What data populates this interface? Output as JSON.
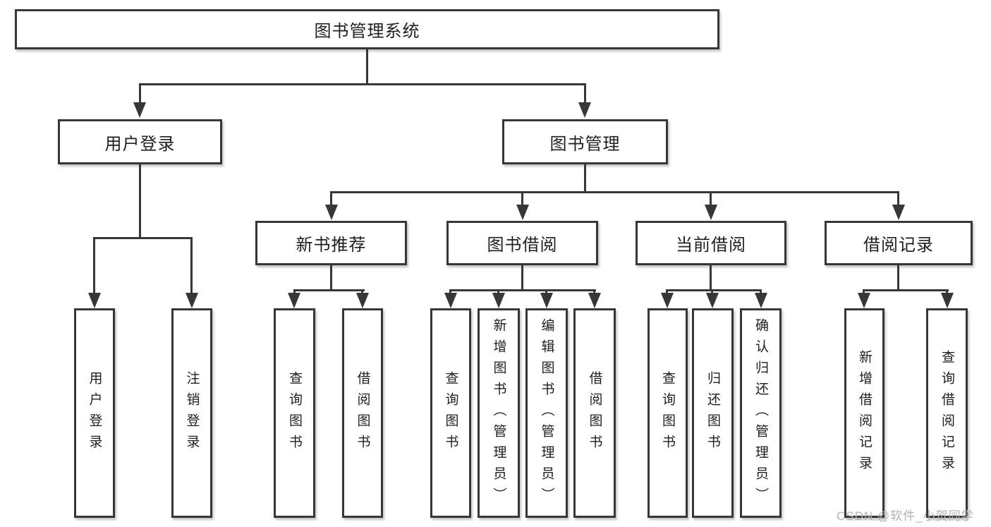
{
  "colors": {
    "line": "#373737",
    "text": "#1f1f1f",
    "watermark": "#b3b3b3",
    "box_fill": "#ffffff"
  },
  "watermark": "CSDN @软件_小贺同学",
  "tree": {
    "root": "图书管理系统",
    "level1": [
      "用户登录",
      "图书管理"
    ],
    "level2": [
      "新书推荐",
      "图书借阅",
      "当前借阅",
      "借阅记录"
    ],
    "leaves": [
      "用户登录",
      "注销登录",
      "查询图书",
      "借阅图书",
      "查询图书",
      "新增图书（管理员）",
      "编辑图书（管理员）",
      "借阅图书",
      "查询图书",
      "归还图书",
      "确认归还（管理员）",
      "新增借阅记录",
      "查询借阅记录"
    ]
  }
}
